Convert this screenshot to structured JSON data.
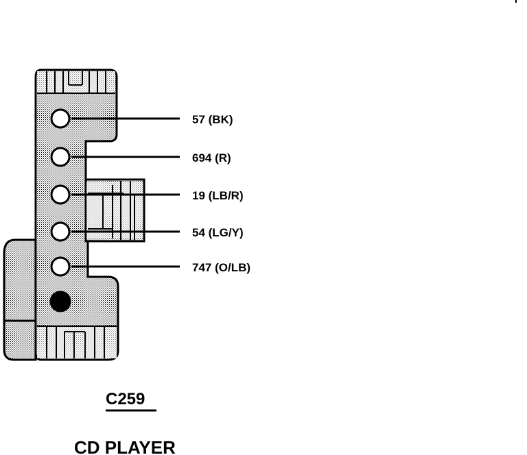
{
  "connector": {
    "id": "C259",
    "component": "CD PLAYER",
    "pins": [
      {
        "label": "57 (BK)",
        "type": "open"
      },
      {
        "label": "694 (R)",
        "type": "open"
      },
      {
        "label": "19 (LB/R)",
        "type": "open"
      },
      {
        "label": "54 (LG/Y)",
        "type": "open"
      },
      {
        "label": "747 (O/LB)",
        "type": "open"
      },
      {
        "label": "",
        "type": "filled"
      }
    ]
  },
  "colors": {
    "ink": "#000000",
    "shade": "#c4c4c4",
    "background": "#ffffff"
  }
}
